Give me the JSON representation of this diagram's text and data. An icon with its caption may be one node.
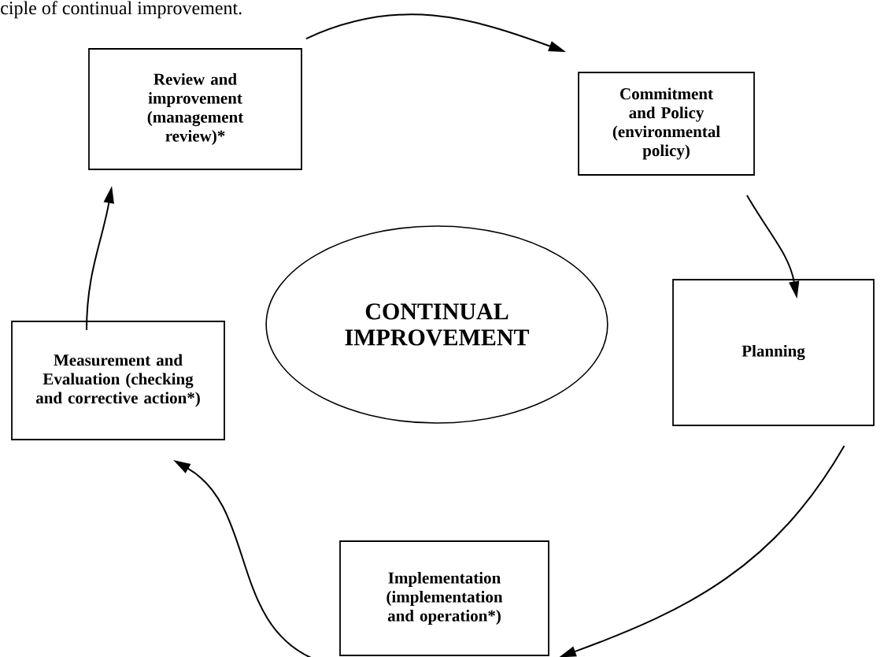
{
  "diagram": {
    "nodes": [
      {
        "text": [
          "Review and improvement (management review)*"
        ]
      },
      {
        "text": [
          "Commitment and Policy (environmental policy)"
        ]
      },
      {
        "text": [
          "Planning"
        ]
      },
      {
        "text": [
          "Implementation (implementation and operation*)"
        ]
      },
      {
        "text": [
          "Measurement and Evaluation (checking and corrective action*)"
        ]
      },
      {
        "text": [
          "CONTINUAL IMPROVEMENT"
        ]
      }
    ],
    "edges": [
      {
        "from": 0,
        "to": 1,
        "arrow": "to"
      },
      {
        "from": 1,
        "to": 2,
        "arrow": "to"
      },
      {
        "from": 2,
        "to": 3,
        "arrow": "to"
      },
      {
        "from": 3,
        "to": 4,
        "arrow": "to"
      },
      {
        "from": 4,
        "to": 0,
        "arrow": "to"
      }
    ],
    "labels": [
      "ciple of continual improvement."
    ]
  }
}
